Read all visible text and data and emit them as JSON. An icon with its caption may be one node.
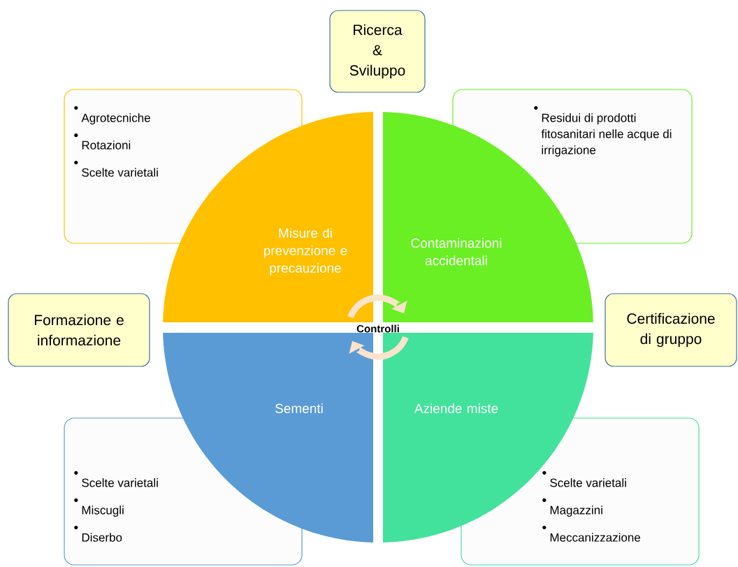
{
  "diagram": {
    "nodes": [
      {
        "text": [
          "Ricerca & Sviluppo"
        ]
      },
      {
        "text": [
          "Agrotecniche",
          "Rotazioni",
          "Scelte varietali"
        ]
      },
      {
        "text": [
          "Residui di prodotti fitosanitari nelle acque di irrigazione"
        ]
      },
      {
        "text": [
          "Misure di prevenzione e precauzione"
        ]
      },
      {
        "text": [
          "Contaminazioni accidentali"
        ]
      },
      {
        "text": [
          "Formazione e informazione"
        ]
      },
      {
        "text": [
          "Certificazione di gruppo"
        ]
      },
      {
        "text": [
          "Sementi"
        ]
      },
      {
        "text": [
          "Aziende miste"
        ]
      },
      {
        "text": [
          "Scelte varietali",
          "Miscugli",
          "Diserbo"
        ]
      },
      {
        "text": [
          "Scelte varietali",
          "Magazzini",
          "Meccanizzazione"
        ]
      }
    ],
    "labels": [
      "Controlli"
    ]
  }
}
